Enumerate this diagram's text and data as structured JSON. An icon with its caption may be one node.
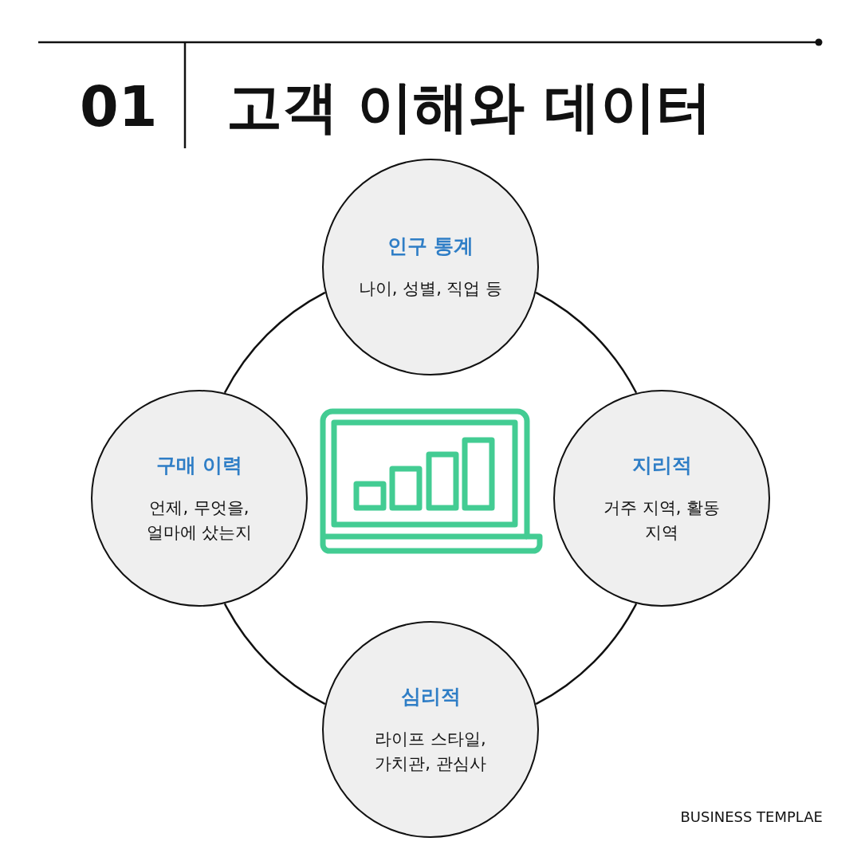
{
  "diagram": {
    "title": "고객 이해와 데이터",
    "nodes": [
      {
        "text": [
          "인구 통계",
          "나이, 성별, 직업 등"
        ]
      },
      {
        "text": [
          "구매 이력",
          "언제, 무엇을, 얼마에 샀는지"
        ]
      },
      {
        "text": [
          "지리적",
          "거주 지역, 활동 지역"
        ]
      },
      {
        "text": [
          "심리적",
          "라이프 스타일, 가치관, 관심사"
        ]
      }
    ],
    "edges": [
      {
        "from": 0,
        "to": 2,
        "arrow": "none"
      },
      {
        "from": 2,
        "to": 3,
        "arrow": "none"
      },
      {
        "from": 3,
        "to": 1,
        "arrow": "none"
      },
      {
        "from": 1,
        "to": 0,
        "arrow": "none"
      }
    ],
    "labels": [
      "01",
      "BUSINESS TEMPLAE"
    ]
  }
}
